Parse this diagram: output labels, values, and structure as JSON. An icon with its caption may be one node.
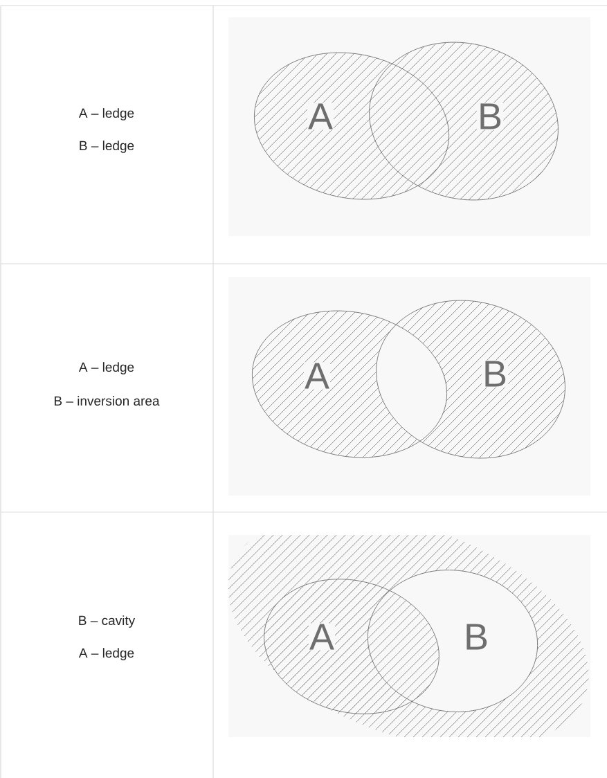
{
  "diagram": {
    "nodes": [
      {
        "text": [
          "A"
        ]
      },
      {
        "text": [
          "B"
        ]
      },
      {
        "text": [
          "A"
        ]
      },
      {
        "text": [
          "B"
        ]
      },
      {
        "text": [
          "A"
        ]
      },
      {
        "text": [
          "B"
        ]
      }
    ],
    "labels": [
      "A – ledge",
      "B – ledge",
      "A – ledge",
      "B – inversion area",
      "B – cavity",
      "A – ledge"
    ]
  }
}
